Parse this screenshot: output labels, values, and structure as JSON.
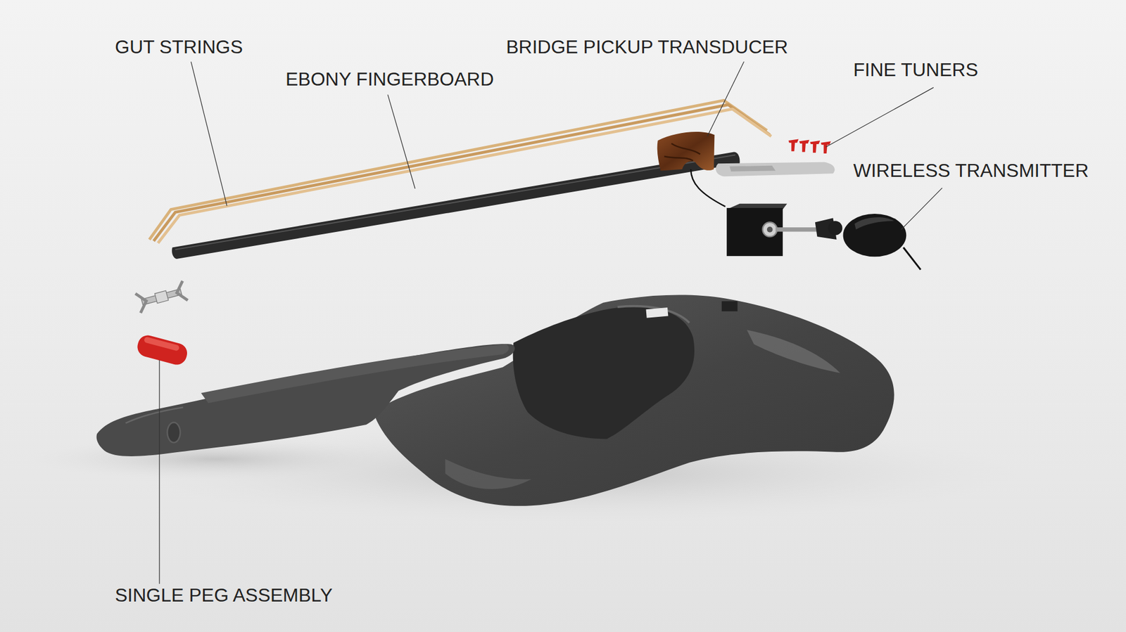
{
  "diagram": {
    "labels": [
      "GUT STRINGS",
      "EBONY FINGERBOARD",
      "BRIDGE PICKUP TRANSDUCER",
      "FINE TUNERS",
      "WIRELESS TRANSMITTER",
      "SINGLE PEG ASSEMBLY"
    ]
  }
}
